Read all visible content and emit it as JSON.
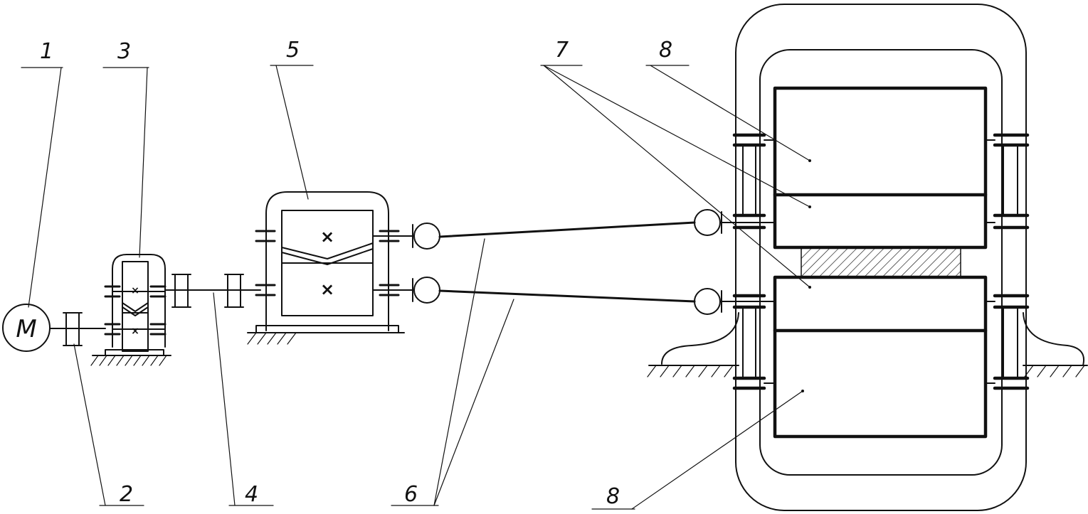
{
  "motor": {
    "symbol": "M"
  },
  "gear_marks": {
    "small_top": "×",
    "small_bottom": "×",
    "large_top": "×",
    "large_bottom": "×"
  },
  "labels": [
    {
      "id": "label-1",
      "text": "1"
    },
    {
      "id": "label-2",
      "text": "2"
    },
    {
      "id": "label-3",
      "text": "3"
    },
    {
      "id": "label-4",
      "text": "4"
    },
    {
      "id": "label-5",
      "text": "5"
    },
    {
      "id": "label-6",
      "text": "6"
    },
    {
      "id": "label-7",
      "text": "7"
    },
    {
      "id": "label-8-top",
      "text": "8"
    },
    {
      "id": "label-8-bottom",
      "text": "8"
    }
  ]
}
